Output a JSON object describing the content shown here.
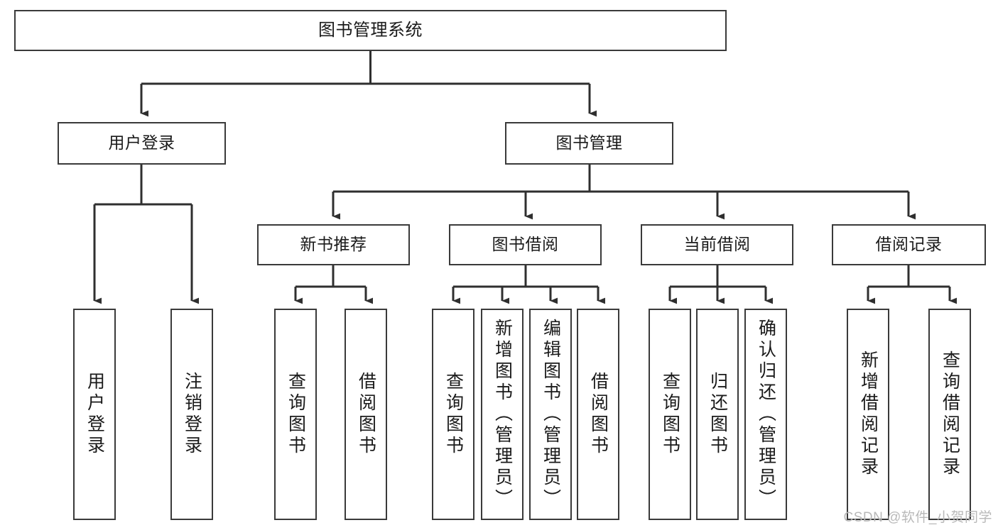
{
  "diagram": {
    "title": "图书管理系统",
    "type": "tree-hierarchy-chart",
    "orientation": "top-down",
    "colors": {
      "box_border": "#3a3a3a",
      "box_fill": "#ffffff",
      "connector": "#2f2f2f",
      "text": "#1a1a1a",
      "watermark": "#b9b9b9"
    },
    "nodes": {
      "root": {
        "label": "图书管理系统"
      },
      "level2": [
        {
          "id": "user-login",
          "label": "用户登录"
        },
        {
          "id": "book-management",
          "label": "图书管理"
        }
      ],
      "level3": [
        {
          "id": "new-book-recommend",
          "label": "新书推荐"
        },
        {
          "id": "book-borrow",
          "label": "图书借阅"
        },
        {
          "id": "current-borrow",
          "label": "当前借阅"
        },
        {
          "id": "borrow-record",
          "label": "借阅记录"
        }
      ],
      "leaves": {
        "user-login": [
          {
            "id": "leaf-user-login",
            "label": "用户登录"
          },
          {
            "id": "leaf-logout-login",
            "label": "注销登录"
          }
        ],
        "new-book-recommend": [
          {
            "id": "leaf-query-book-1",
            "label": "查询图书"
          },
          {
            "id": "leaf-borrow-book-1",
            "label": "借阅图书"
          }
        ],
        "book-borrow": [
          {
            "id": "leaf-query-book-2",
            "label": "查询图书"
          },
          {
            "id": "leaf-add-book",
            "label": "新增图书（管理员）"
          },
          {
            "id": "leaf-edit-book",
            "label": "编辑图书（管理员）"
          },
          {
            "id": "leaf-borrow-book-2",
            "label": "借阅图书"
          }
        ],
        "current-borrow": [
          {
            "id": "leaf-query-book-3",
            "label": "查询图书"
          },
          {
            "id": "leaf-return-book",
            "label": "归还图书"
          },
          {
            "id": "leaf-confirm-return",
            "label": "确认归还（管理员）"
          }
        ],
        "borrow-record": [
          {
            "id": "leaf-add-record",
            "label": "新增借阅记录"
          },
          {
            "id": "leaf-query-record",
            "label": "查询借阅记录"
          }
        ]
      }
    }
  },
  "watermark": {
    "text": "CSDN @软件_小贺同学"
  }
}
